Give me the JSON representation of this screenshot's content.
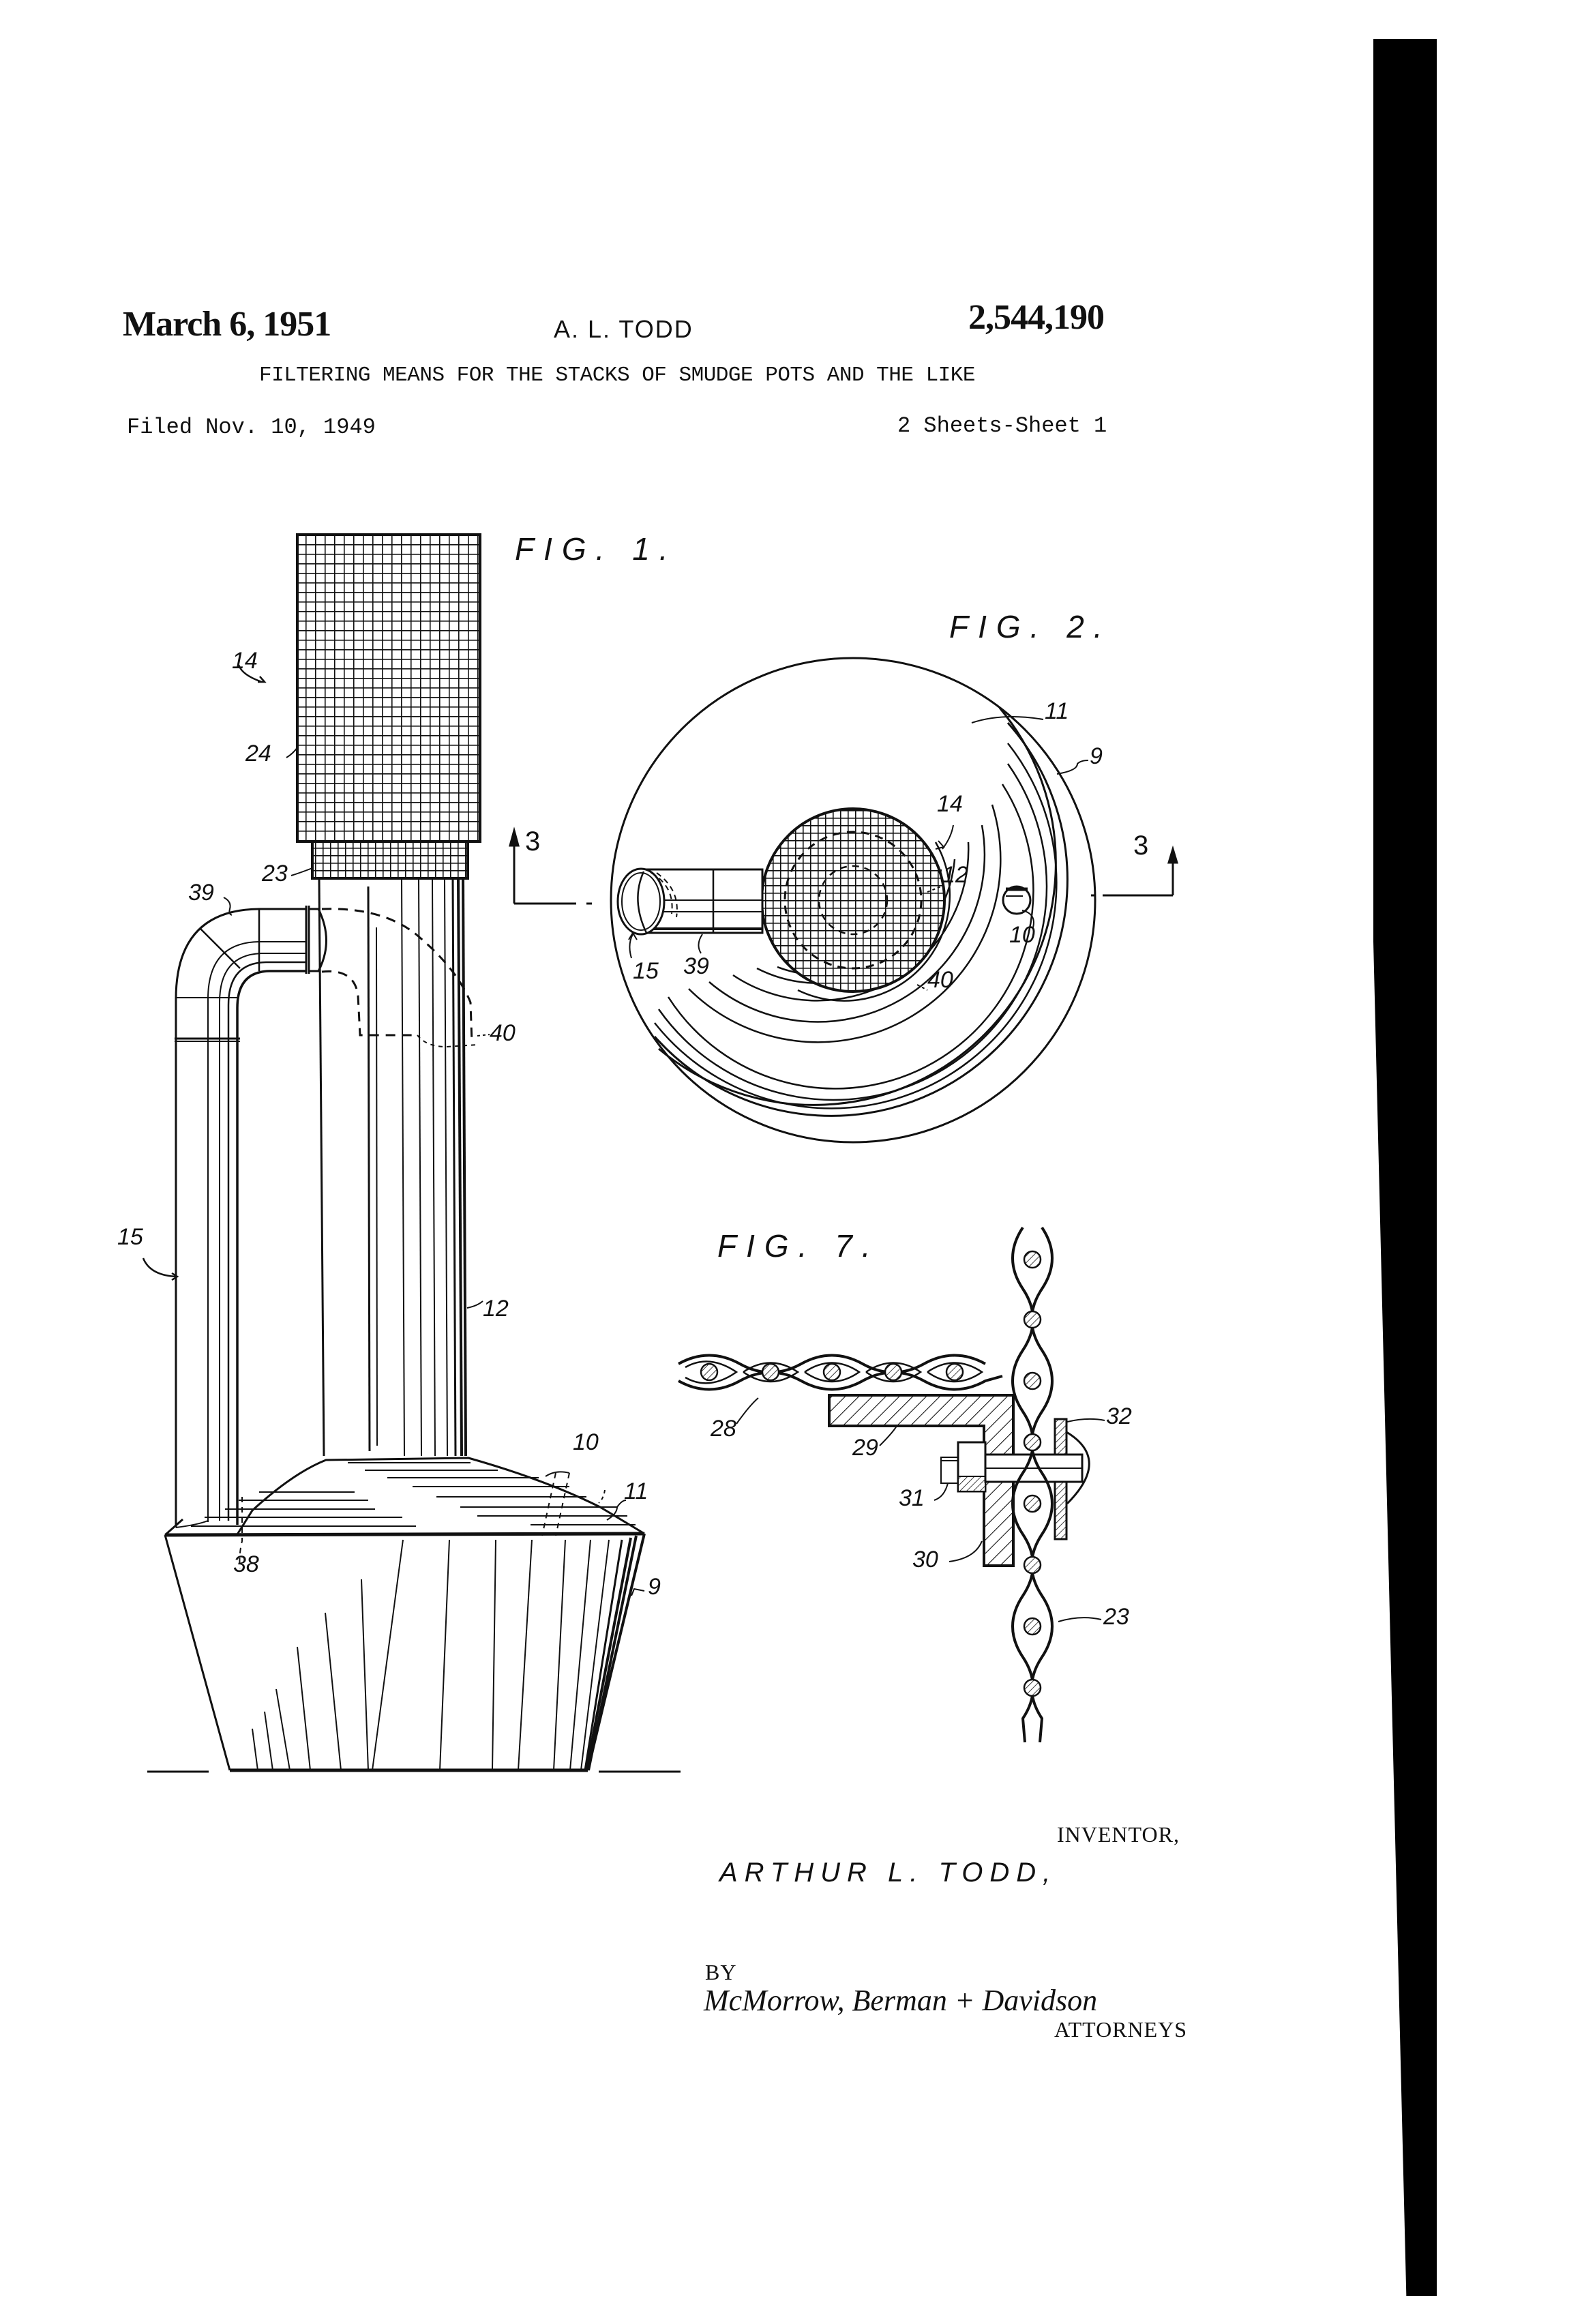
{
  "header": {
    "date": "March 6, 1951",
    "inventor_short": "A. L. TODD",
    "patent_number": "2,544,190",
    "title": "FILTERING MEANS FOR THE STACKS OF SMUDGE POTS AND THE LIKE",
    "filed": "Filed Nov. 10, 1949",
    "sheets": "2 Sheets-Sheet 1"
  },
  "figures": {
    "fig1": {
      "label": "FIG. 1.",
      "refs": {
        "r14": "14",
        "r24": "24",
        "r23": "23",
        "r39": "39",
        "r40": "40",
        "r15": "15",
        "r12": "12",
        "r10": "10",
        "r11": "11",
        "r38": "38",
        "r9": "9"
      }
    },
    "fig2": {
      "label": "FIG. 2.",
      "section_left": "3",
      "section_right": "3",
      "refs": {
        "r11": "11",
        "r9": "9",
        "r14": "14",
        "r12": "12",
        "r10": "10",
        "r15": "15",
        "r39": "39",
        "r40": "40"
      }
    },
    "fig7": {
      "label": "FIG. 7.",
      "refs": {
        "r28": "28",
        "r29": "29",
        "r31": "31",
        "r30": "30",
        "r32": "32",
        "r23": "23"
      }
    }
  },
  "signature_block": {
    "inventor_label": "INVENTOR,",
    "inventor_name": "ARTHUR L. TODD,",
    "by": "BY",
    "attorney_signature": "McMorrow, Berman + Davidson",
    "attorneys_label": "ATTORNEYS"
  },
  "colors": {
    "ink": "#111111",
    "paper": "#ffffff",
    "scan_edge": "#000000"
  }
}
